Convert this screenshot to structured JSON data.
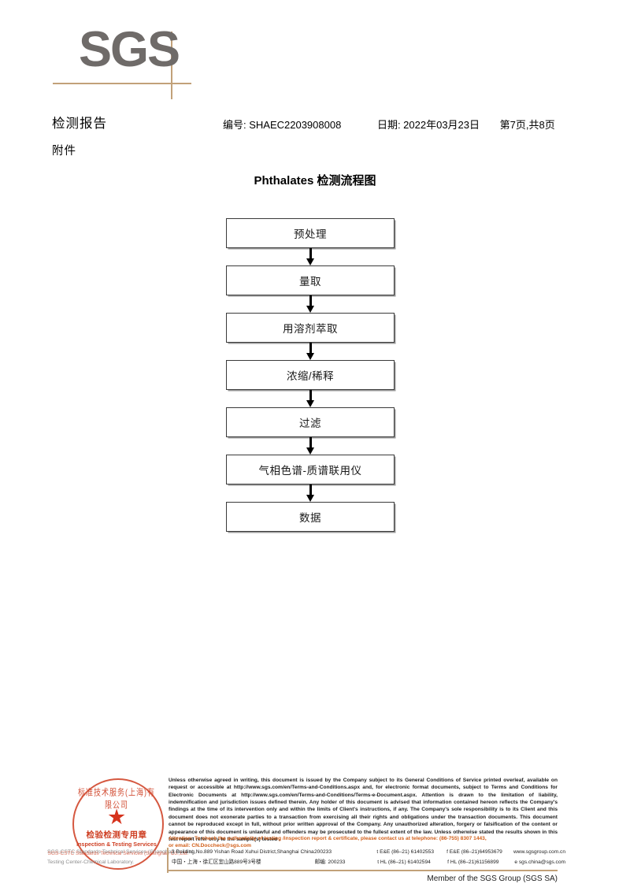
{
  "logo": {
    "text": "SGS"
  },
  "header": {
    "doc_title": "检测报告",
    "doc_subtitle": "附件",
    "report_no": "编号: SHAEC2203908008",
    "date": "日期: 2022年03月23日",
    "page": "第7页,共8页"
  },
  "flowchart": {
    "title": "Phthalates 检测流程图",
    "steps": [
      {
        "label": "预处理"
      },
      {
        "label": "量取"
      },
      {
        "label": "用溶剂萃取"
      },
      {
        "label": "浓缩/稀释"
      },
      {
        "label": "过滤"
      },
      {
        "label": "气相色谱-质谱联用仪"
      },
      {
        "label": "数据"
      }
    ]
  },
  "stamp": {
    "arc_top": "标准技术服务(上海)有限公司",
    "star": "★",
    "cn_label": "检验检测专用章",
    "en_label": "Inspection & Testing Services",
    "arc_bottom": "SGS-CSTC Standards Technical Services (Shanghai) Co.,Ltd.",
    "gray_line1": "SGS-CSTC Standards Technical Services (Shanghai) Co.,Ltd.",
    "gray_line2": "Testing Center-Chemical Laboratory."
  },
  "footer": {
    "legal": "Unless otherwise agreed in writing, this document is issued by the Company subject to its General Conditions of Service printed overleaf, available on request or accessible at http://www.sgs.com/en/Terms-and-Conditions.aspx and, for electronic format documents, subject to Terms and Conditions for Electronic Documents at http://www.sgs.com/en/Terms-and-Conditions/Terms-e-Document.aspx. Attention is drawn to the limitation of liability, indemnification and jurisdiction issues defined therein. Any holder of this document is advised that information contained hereon reflects the Company's findings at the time of its intervention only and within the limits of Client's instructions, if any. The Company's sole responsibility is to its Client and this document does not exonerate parties to a transaction from exercising all their rights and obligations under the transaction documents. This document cannot be reproduced except in full, without prior written approval of the Company. Any unauthorized alteration, forgery or falsification of the content or appearance of this document is unlawful and offenders may be prosecuted to the fullest extent of the law. Unless otherwise stated the results shown in this test report refer only to the sample(s) tested .",
    "attention_line1": "Attention: To check the authenticity of testing /inspection report & certificate, please contact us at telephone: (86-755) 8307 1443,",
    "attention_line2": "or email: CN.Doccheck@sgs.com",
    "address_en": "3  Building,No.889 Yishan Road Xuhui District,Shanghai China",
    "address_en_sup": "rd",
    "address_cn": "中国・上海・徐汇区宜山路889号3号楼",
    "zip_en": "200233",
    "zip_cn": "邮编: 200233",
    "tel1": "t E&E (86–21) 61402553",
    "fax1": "f E&E (86–21)64953679",
    "tel2": "t HL (86–21) 61402594",
    "fax2": "f HL (86–21)61156899",
    "website": "www.sgsgroup.com.cn",
    "email": "e  sgs.china@sgs.com",
    "member": "Member of the SGS Group (SGS SA)"
  }
}
